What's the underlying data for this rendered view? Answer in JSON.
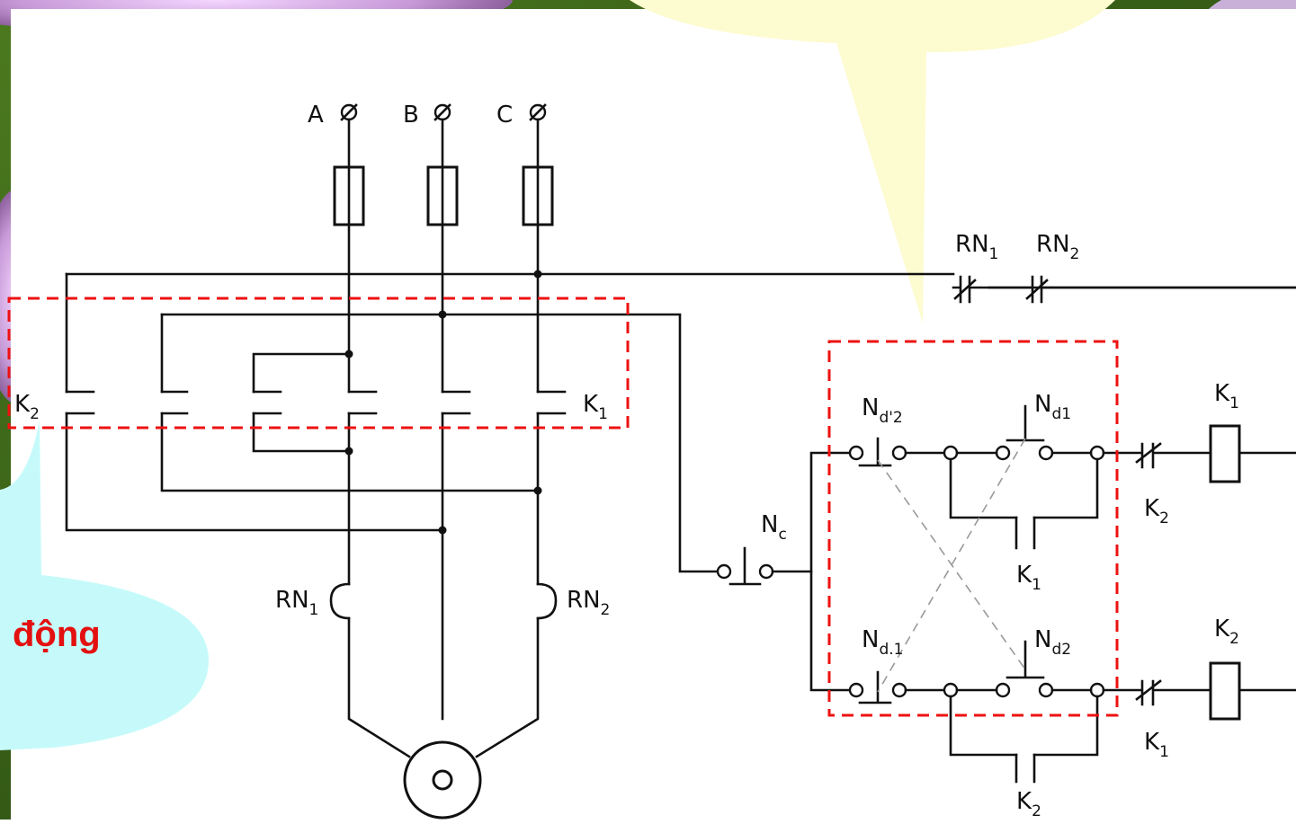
{
  "callout_left": {
    "text": "động",
    "text_color": "#e41010",
    "fill": "#c6fafa"
  },
  "callout_top": {
    "fill": "#fdfbd0"
  },
  "highlight_color": "#e11111",
  "supply": {
    "phases": [
      "A",
      "B",
      "C"
    ]
  },
  "power": {
    "contactor_k1": "K",
    "contactor_k1_sub": "1",
    "contactor_k2": "K",
    "contactor_k2_sub": "2",
    "relay_rn1": "RN",
    "relay_rn1_sub": "1",
    "relay_rn2": "RN",
    "relay_rn2_sub": "2"
  },
  "control": {
    "rn1": "RN",
    "rn1_sub": "1",
    "rn2": "RN",
    "rn2_sub": "2",
    "stop": "N",
    "stop_sub": "c",
    "nd2_prime": "N",
    "nd2_prime_sub": "d'2",
    "nd1": "N",
    "nd1_sub": "d1",
    "nd1_prime": "N",
    "nd1_prime_sub": "d.1",
    "nd2": "N",
    "nd2_sub": "d2",
    "coil_k1": "K",
    "coil_k1_sub": "1",
    "coil_k2": "K",
    "coil_k2_sub": "2",
    "interlock_k2": "K",
    "interlock_k2_sub": "2",
    "interlock_k1": "K",
    "interlock_k1_sub": "1",
    "hold_k1": "K",
    "hold_k1_sub": "1",
    "hold_k2": "K",
    "hold_k2_sub": "2"
  }
}
